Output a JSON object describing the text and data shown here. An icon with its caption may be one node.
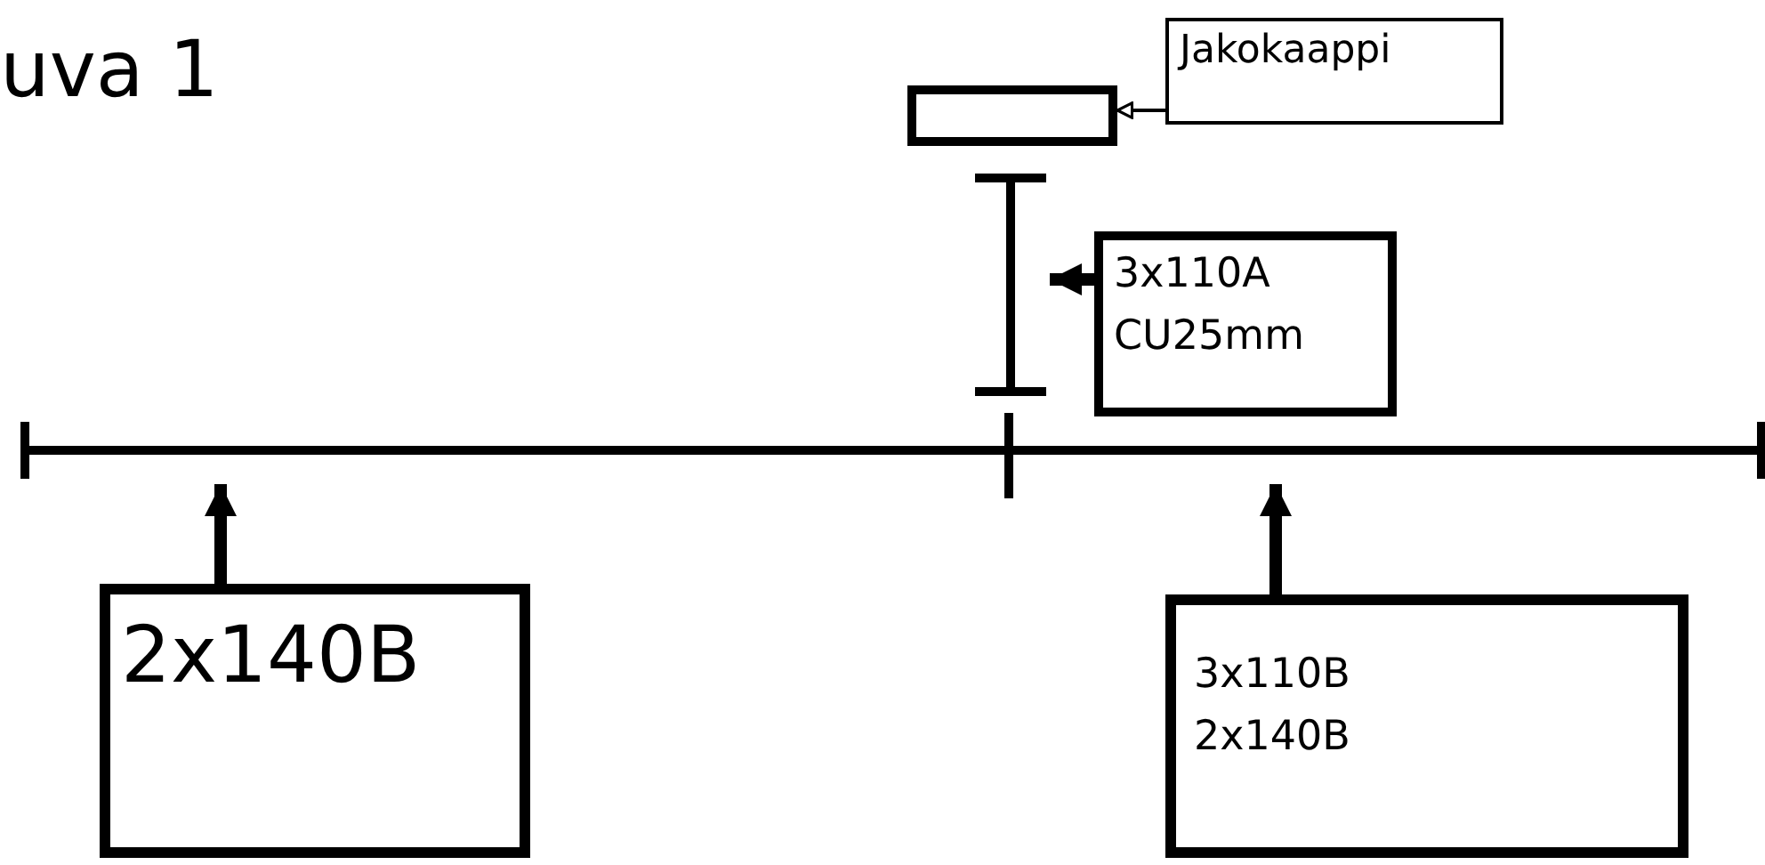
{
  "diagram": {
    "title": "uva 1",
    "nodes": [
      {
        "text": [],
        "shape": "box"
      },
      {
        "text": [
          "Jakokaappi"
        ]
      },
      {
        "text": [],
        "shape": "bar"
      },
      {
        "text": [
          "3x110A CU25mm"
        ]
      },
      {
        "text": [],
        "shape": "bar"
      },
      {
        "text": [
          "2x140B"
        ]
      },
      {
        "text": [
          "3x110B 2x140B"
        ]
      }
    ],
    "edges": [
      {
        "from": 1,
        "to": 0,
        "arrow": "to"
      },
      {
        "from": 3,
        "to": 2,
        "arrow": "to"
      },
      {
        "from": 5,
        "to": 4,
        "arrow": "to"
      },
      {
        "from": 6,
        "to": 4,
        "arrow": "to"
      }
    ]
  }
}
